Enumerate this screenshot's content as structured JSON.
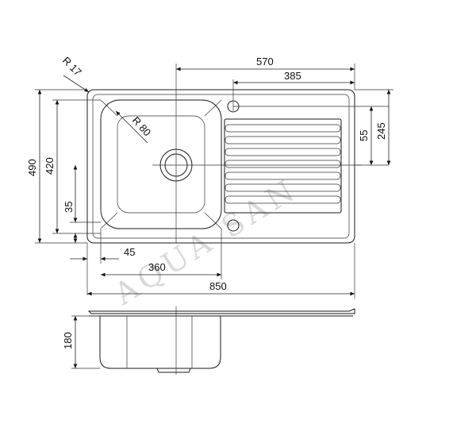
{
  "dimensions": {
    "radius_corner": "R 17",
    "radius_bowl": "R 80",
    "overall_length_drainer": "570",
    "drainer_offset": "385",
    "hole_offset_small": "55",
    "hole_offset_large": "245",
    "overall_width": "490",
    "bowl_width": "420",
    "edge_offset": "35",
    "bowl_edge_offset": "45",
    "bowl_length": "360",
    "overall_length": "850",
    "bowl_depth": "180"
  },
  "watermark": "AQUA SAN",
  "colors": {
    "line": "#1a1a1a",
    "watermark": "#d9d9d9"
  }
}
